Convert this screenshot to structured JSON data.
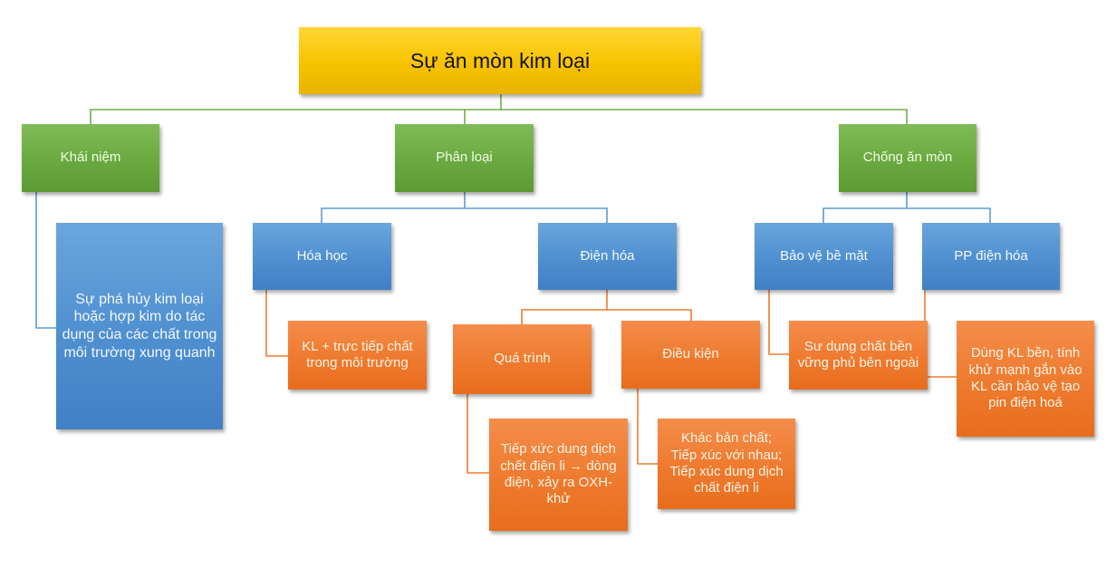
{
  "diagram": {
    "root": {
      "label": "Sự ăn mòn kim loại"
    },
    "concept": {
      "label": "Khái niệm",
      "definition": "Sự phá hủy kim loại hoặc hợp kim do tác dụng của các chất trong môi trường xung quanh"
    },
    "classification": {
      "label": "Phân loại",
      "chemical": {
        "label": "Hóa học",
        "detail": "KL + trực tiếp chất trong môi trường"
      },
      "electrochemical": {
        "label": "Điện hóa",
        "process": {
          "label": "Quá trình",
          "detail": "Tiếp xức dung dịch chết điện li → dòng điện, xảy ra OXH- khử"
        },
        "conditions": {
          "label": "Điều kiện",
          "detail_lines": [
            "Khác bản chất;",
            "Tiếp xúc với nhau;",
            "Tiếp xúc dung dịch chất điện li"
          ]
        }
      }
    },
    "protection": {
      "label": "Chống ăn mòn",
      "surface": {
        "label": "Bảo vệ bề mặt",
        "detail": "Sư dụng chất bền vững phủ bên ngoài"
      },
      "electrochemical_method": {
        "label": "PP điện hóa",
        "detail": "Dùng KL bền, tính khử mạnh gắn vào KL cần bảo vệ tạo pin điện hoá"
      }
    }
  },
  "colors": {
    "root": "#f7c300",
    "level1_green": "#6aa93f",
    "level2_blue": "#4f8fd0",
    "level3_orange": "#ee7a2e",
    "connector_green": "#70ad47",
    "connector_blue": "#5b9bd5",
    "connector_orange": "#ed7d31"
  }
}
